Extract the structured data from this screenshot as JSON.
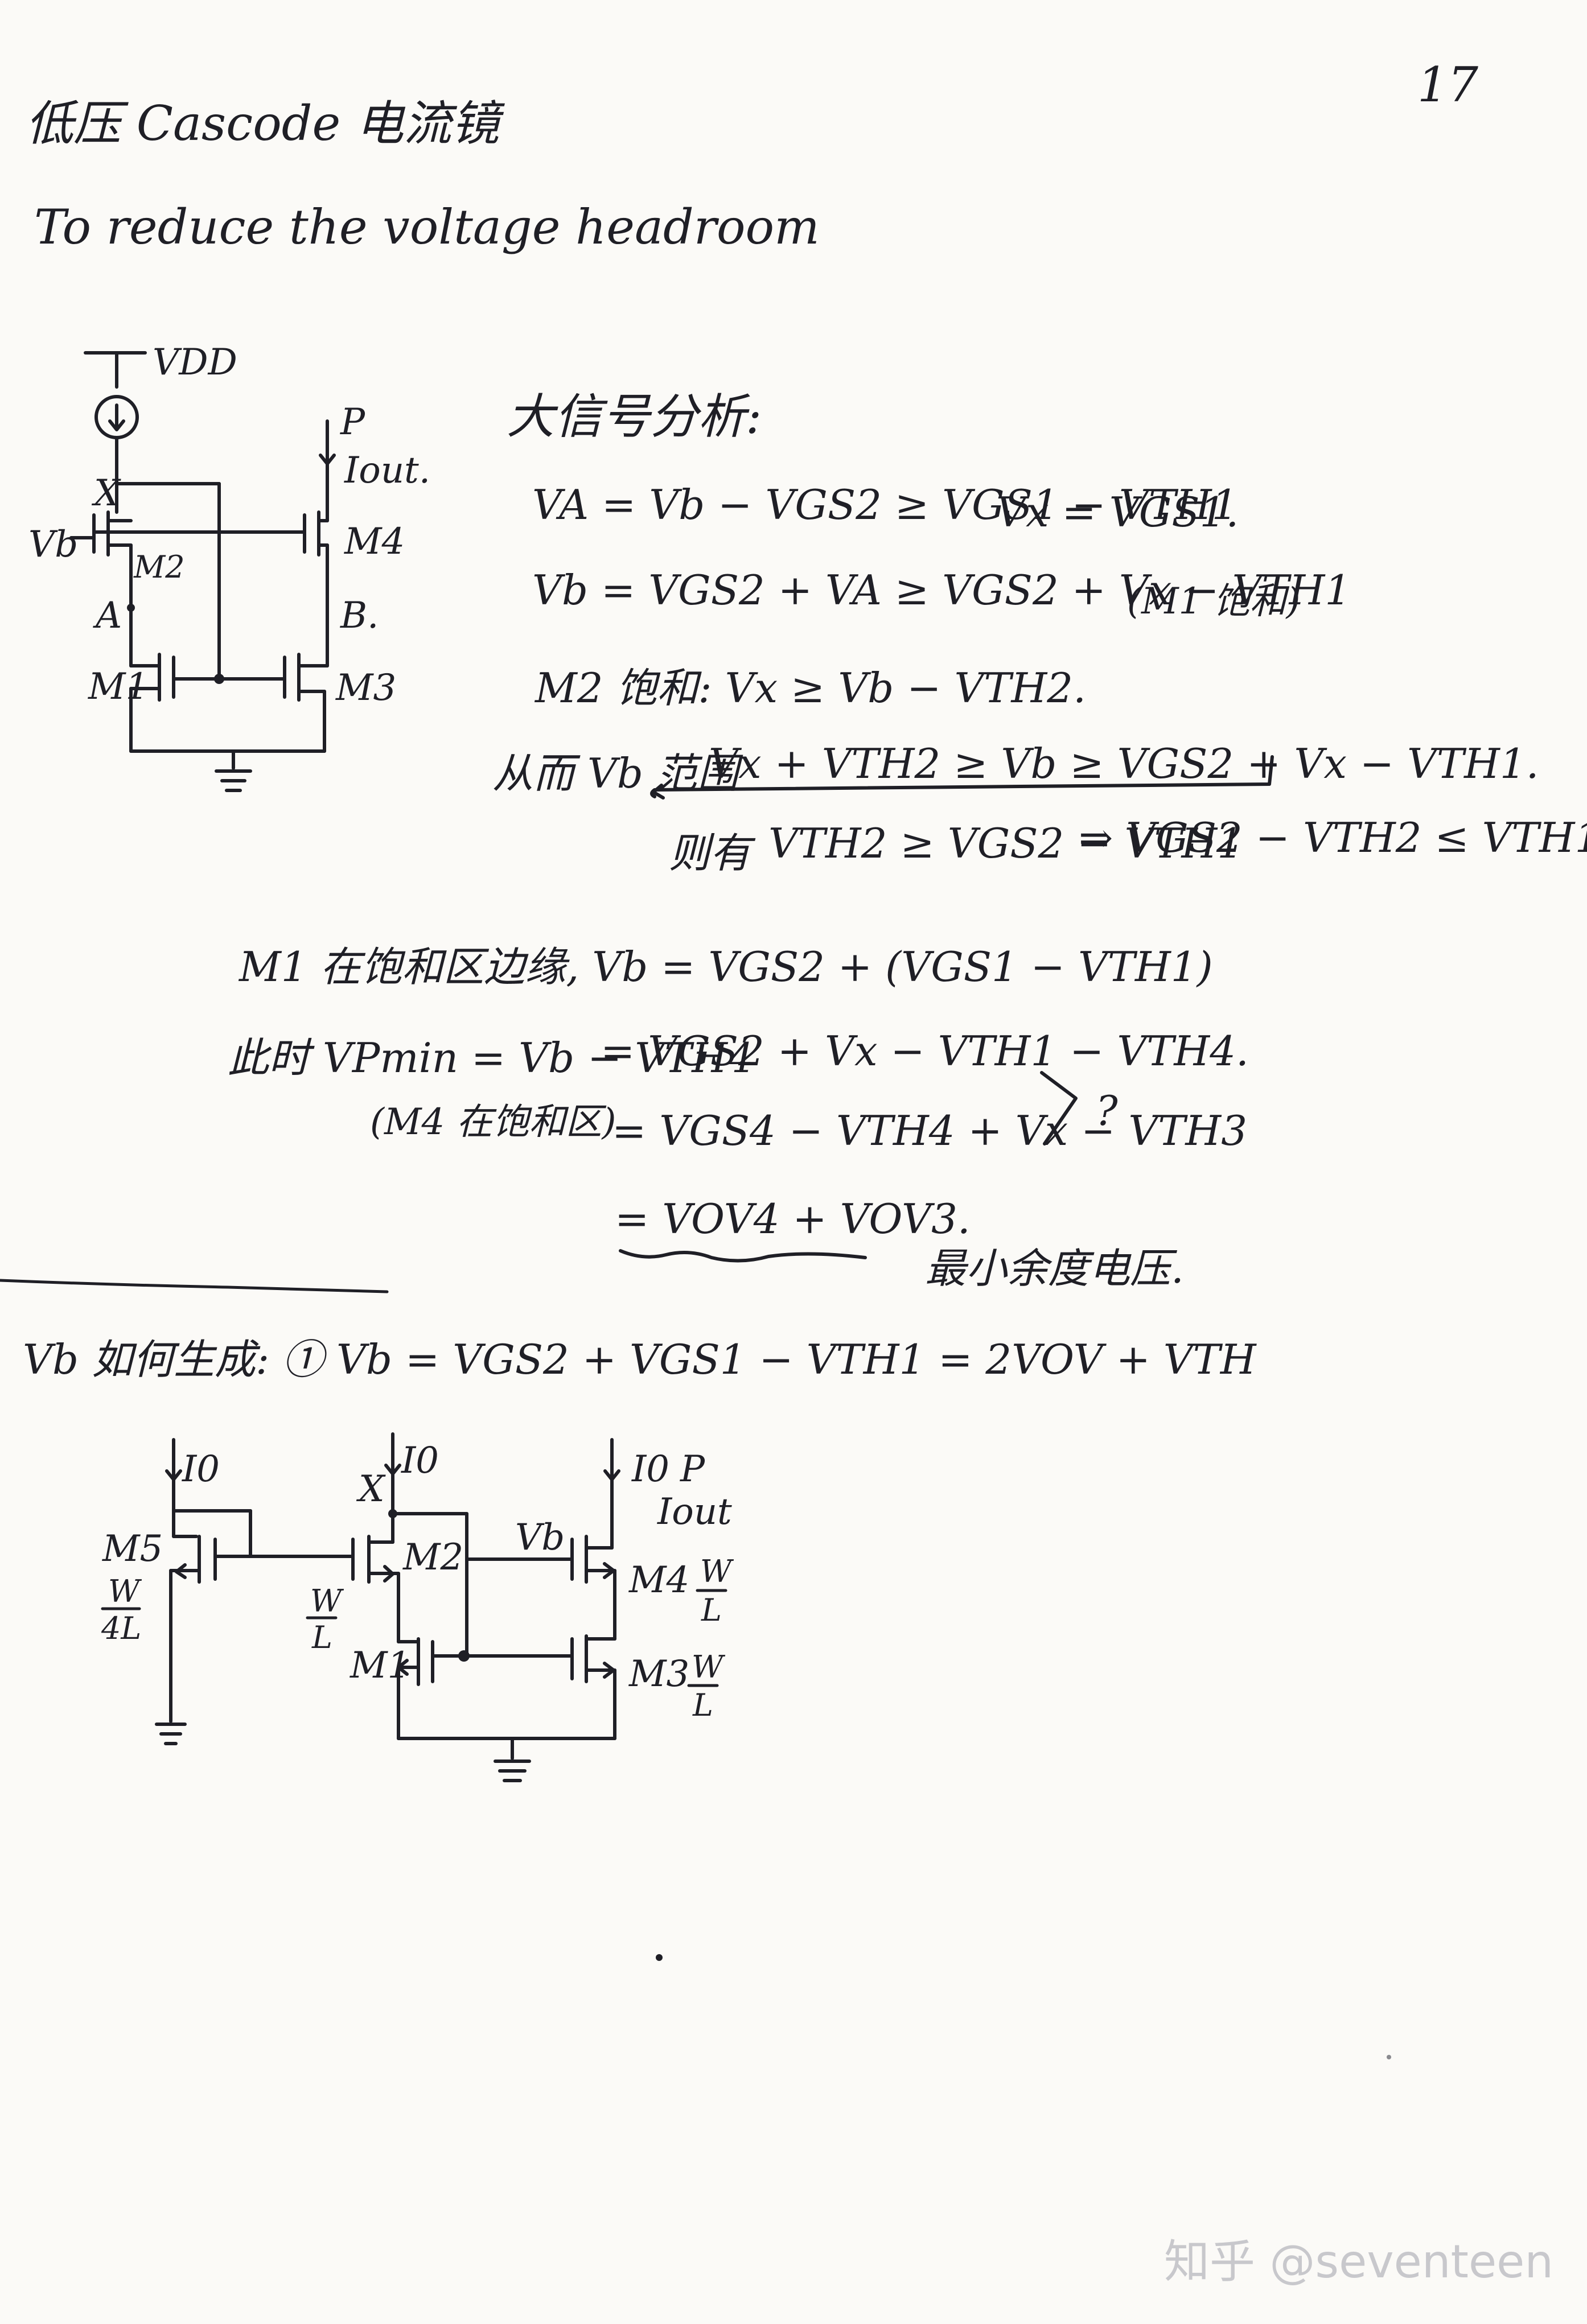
{
  "page_number": "17",
  "title": "低压 Cascode 电流镜",
  "subtitle": "To reduce the voltage headroom",
  "circuit1": {
    "vdd": "VDD",
    "p": "P",
    "iout": "Iout.",
    "x": "X",
    "vb": "Vb",
    "m2": "M2",
    "m4": "M4",
    "a": "A",
    "b": "B.",
    "m1": "M1",
    "m3": "M3"
  },
  "analysis": {
    "heading": "大信号分析:",
    "line1a": "VA = Vb − VGS2 ≥ VGS1 − VTH1",
    "line1b": "Vx = VGS1.",
    "line2": "Vb = VGS2 + VA ≥ VGS2 + Vx − VTH1",
    "line2_note": "(M1 饱和)",
    "line3": "M2 饱和: Vx ≥ Vb − VTH2.",
    "line4_prefix": "从而 Vb 范围",
    "line4": "Vx + VTH2 ≥ Vb ≥ VGS2 + Vx − VTH1.",
    "line5_prefix": "则有",
    "line5a": "VTH2 ≥ VGS2 − VTH1",
    "line5b": "⇒ VGS2 − VTH2 ≤ VTH1."
  },
  "edge": {
    "line1": "M1 在饱和区边缘, Vb = VGS2 + (VGS1 − VTH1)",
    "line2_prefix": "此时 VPmin = Vb − VTH4",
    "line2": "= VGS2 + Vx − VTH1 − VTH4.",
    "line3_prefix": "(M4 在饱和区)",
    "line3": "= VGS4 − VTH4 + Vx − VTH3",
    "question": "?",
    "line4": "= VOV4 + VOV3.",
    "line4_note": "最小余度电压."
  },
  "generate": {
    "line": "Vb 如何生成: ① Vb = VGS2 + VGS1 − VTH1 = 2VOV + VTH"
  },
  "circuit2": {
    "i0_a": "I0",
    "i0_b": "I0",
    "i0_c": "I0",
    "x": "X",
    "p": "P",
    "iout": "Iout",
    "vb": "Vb",
    "m5": "M5",
    "m5_ratio_num": "W",
    "m5_ratio_den": "4L",
    "m2": "M2",
    "m1": "M1",
    "mid_ratio_num": "W",
    "mid_ratio_den": "L",
    "m4": "M4",
    "m4_ratio_num": "W",
    "m4_ratio_den": "L",
    "m3": "M3",
    "m3_ratio_num": "W",
    "m3_ratio_den": "L"
  },
  "watermark": "知乎 @seventeen"
}
